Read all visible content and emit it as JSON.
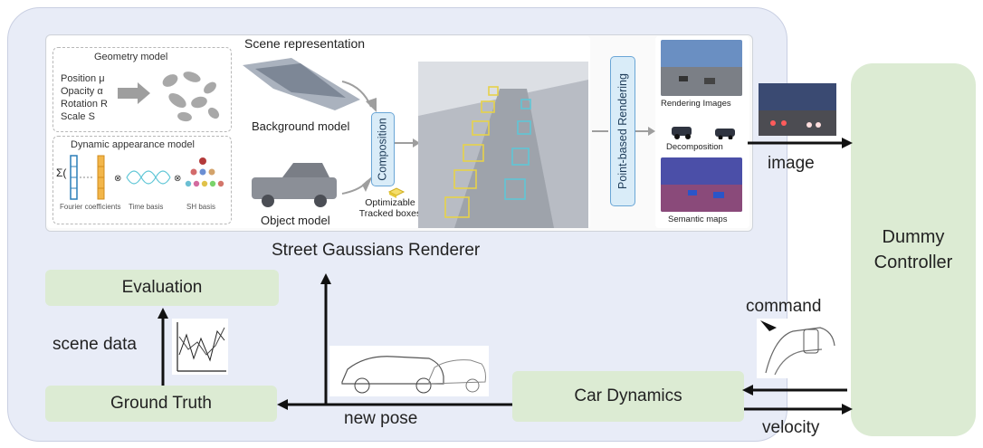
{
  "scene_representation": "Scene representation",
  "geometry_model": {
    "title": "Geometry model",
    "attrs": [
      "Position μ",
      "Opacity α",
      "Rotation R",
      "Scale S"
    ]
  },
  "dynamic_appearance": {
    "title": "Dynamic appearance model",
    "fourier": "Fourier coefficients",
    "time_basis": "Time basis",
    "sh_basis": "SH basis",
    "sigma": "Σ("
  },
  "background_model": "Background model",
  "object_model": "Object model",
  "composition": "Composition",
  "tracked_boxes": "Optimizable\nTracked boxes",
  "point_rendering": "Point-based Rendering",
  "outputs": {
    "rendering_images": "Rendering Images",
    "decomposition": "Decomposition",
    "semantic_maps": "Semantic maps"
  },
  "renderer_name": "Street Gaussians Renderer",
  "controller": "Dummy\nController",
  "edges": {
    "image": "image",
    "command": "command",
    "velocity": "velocity",
    "new_pose": "new pose",
    "scene_data": "scene data"
  },
  "nodes": {
    "evaluation": "Evaluation",
    "ground_truth": "Ground Truth",
    "car_dynamics": "Car Dynamics"
  },
  "colors": {
    "panel": "#e8ecf7",
    "node_green": "#dcebd3",
    "composition_blue": "#6aa6d6",
    "box_yellow": "#e6d24a",
    "box_cyan": "#5fc6d6"
  }
}
